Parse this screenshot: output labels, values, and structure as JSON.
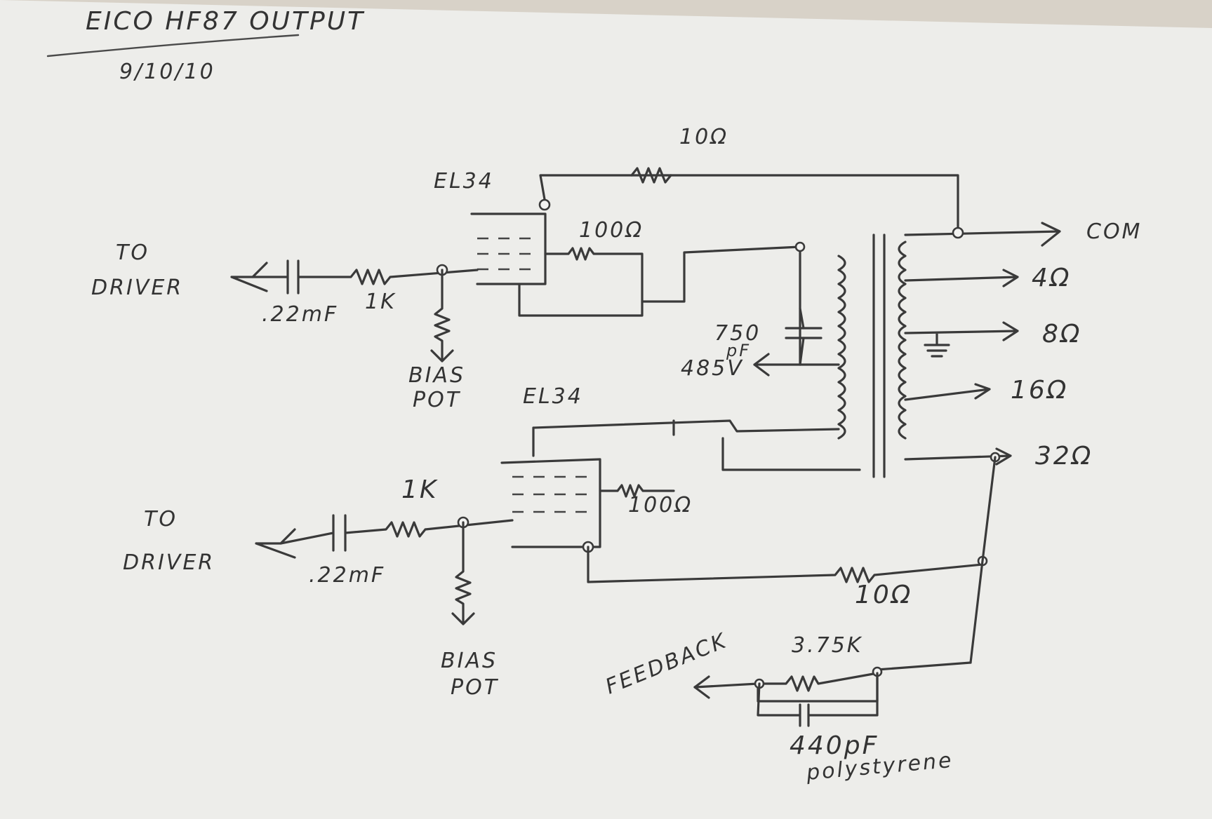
{
  "header": {
    "title": "EICO HF87 OUTPUT",
    "date": "9/10/10"
  },
  "labels": {
    "top_tube": "EL34",
    "bottom_tube": "EL34",
    "to_driver_top_1": "TO",
    "to_driver_top_2": "DRIVER",
    "to_driver_bottom_1": "TO",
    "to_driver_bottom_2": "DRIVER",
    "cap_top": ".22mF",
    "cap_bottom": ".22mF",
    "res_grid_top": "1K",
    "res_grid_bottom": "1K",
    "bias_top_1": "BIAS",
    "bias_top_2": "POT",
    "bias_bottom_1": "BIAS",
    "bias_bottom_2": "POT",
    "res_screen_top": "100Ω",
    "res_screen_bottom": "100Ω",
    "res_cathode_top": "10Ω",
    "res_cathode_bottom": "10Ω",
    "cap_b_plus_1": "750",
    "cap_b_plus_2": "pF",
    "b_plus": "485V",
    "tap_com": "COM",
    "tap_4": "4Ω",
    "tap_8": "8Ω",
    "tap_16": "16Ω",
    "tap_32": "32Ω",
    "feedback": "FEEDBACK",
    "res_feedback": "3.75K",
    "cap_feedback_1": "440pF",
    "cap_feedback_2": "polystyrene"
  }
}
